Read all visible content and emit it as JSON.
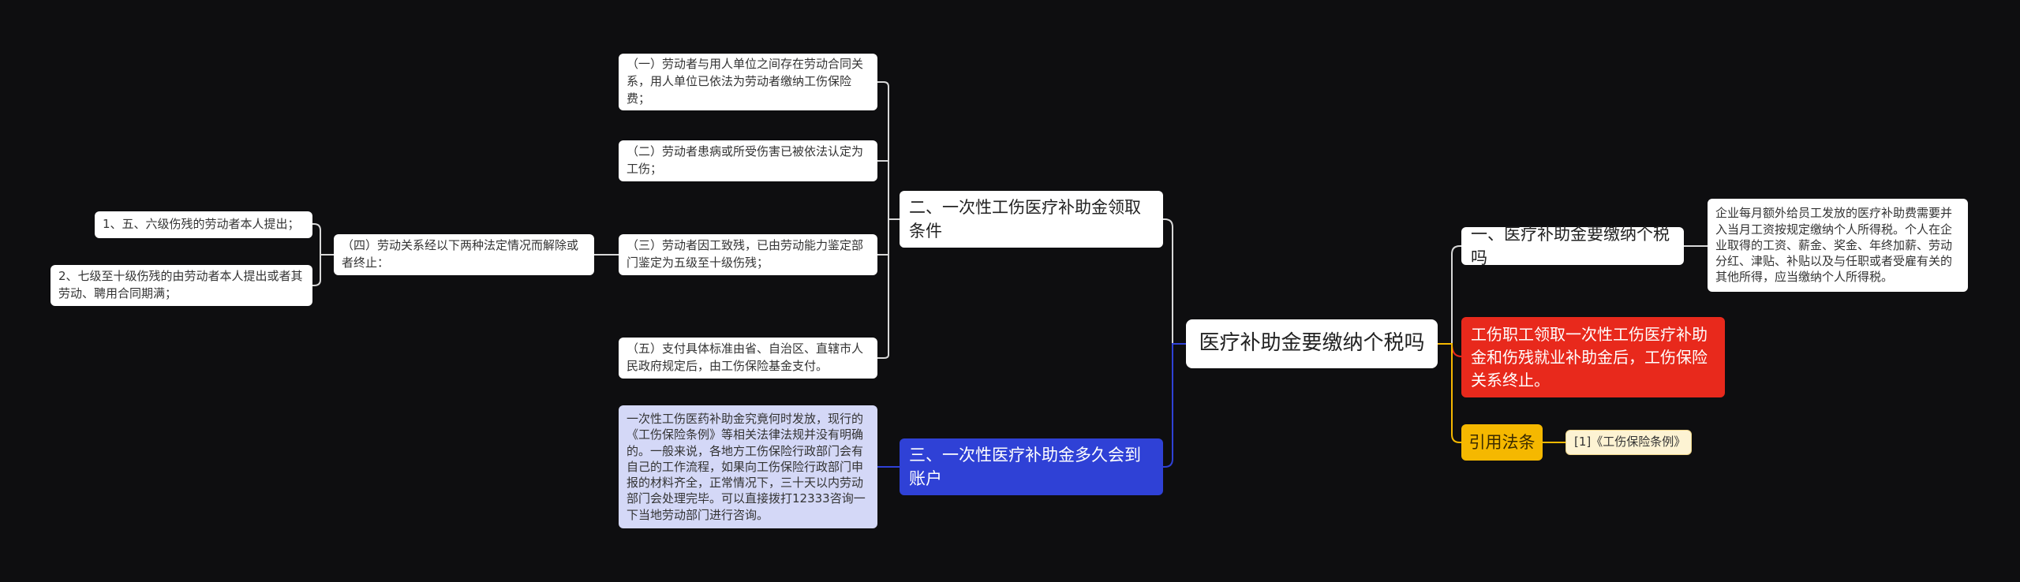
{
  "root": "医疗补助金要缴纳个税吗",
  "branches": {
    "b1": {
      "label": "一、医疗补助金要缴纳个税吗",
      "detail": "企业每月额外给员工发放的医疗补助费需要并入当月工资按规定缴纳个人所得税。个人在企业取得的工资、薪金、奖金、年终加薪、劳动分红、津贴、补贴以及与任职或者受雇有关的其他所得，应当缴纳个人所得税。"
    },
    "b2": {
      "label": "工伤职工领取一次性工伤医疗补助金和伤残就业补助金后，工伤保险关系终止。"
    },
    "b3": {
      "label": "引用法条",
      "ref": "[1]《工伤保险条例》"
    },
    "b4": {
      "label": "二、一次性工伤医疗补助金领取条件",
      "items": [
        "（一）劳动者与用人单位之间存在劳动合同关系，用人单位已依法为劳动者缴纳工伤保险费；",
        "（二）劳动者患病或所受伤害已被依法认定为工伤；",
        "（三）劳动者因工致残，已由劳动能力鉴定部门鉴定为五级至十级伤残；",
        "（四）劳动关系经以下两种法定情况而解除或者终止：",
        "（五）支付具体标准由省、自治区、直辖市人民政府规定后，由工伤保险基金支付。"
      ],
      "sub": [
        "1、五、六级伤残的劳动者本人提出；",
        "2、七级至十级伤残的由劳动者本人提出或者其劳动、聘用合同期满；"
      ]
    },
    "b5": {
      "label": "三、一次性医疗补助金多久会到账户",
      "detail": "一次性工伤医药补助金究竟何时发放，现行的《工伤保险条例》等相关法律法规并没有明确的。一般来说，各地方工伤保险行政部门会有自己的工作流程，如果向工伤保险行政部门申报的材料齐全，正常情况下，三十天以内劳动部门会处理完毕。可以直接拨打12333咨询一下当地劳动部门进行咨询。"
    }
  },
  "colors": {
    "background": "#0e0e10",
    "line": "#d8d8d8",
    "blue": "#2f41d6",
    "red": "#e8291c",
    "yellow": "#f5b800",
    "lavender": "#d4d8f7",
    "cream": "#fdf3d3"
  }
}
